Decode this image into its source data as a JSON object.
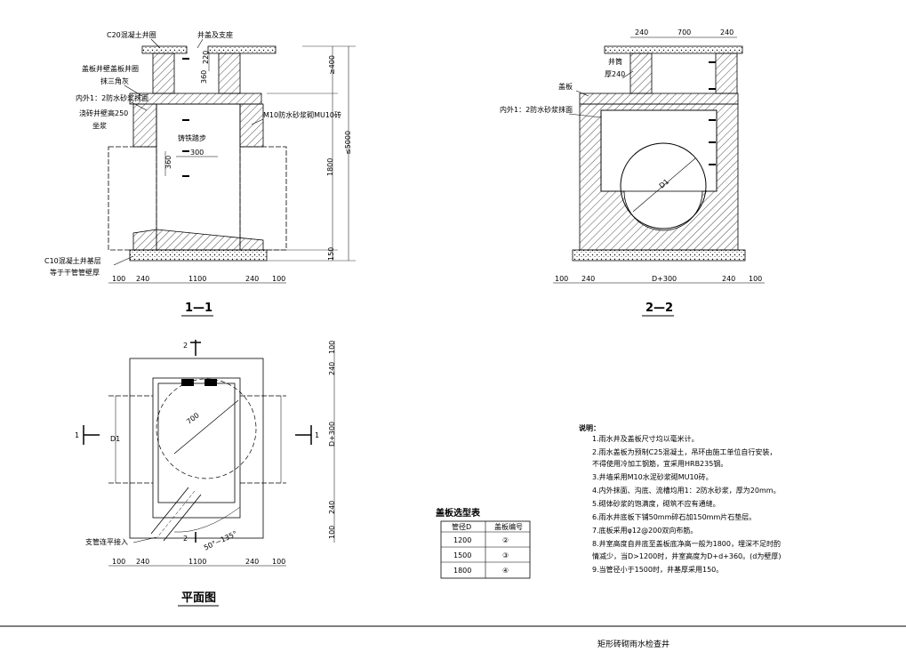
{
  "drawing_title": "矩形砖砌雨水检查井",
  "section_1": {
    "title": "1—1",
    "labels": {
      "cover_concrete": "C20混凝土井圈",
      "manhole_cover": "井盖及支座",
      "cover_plate": "盖板井壁盖板井圈",
      "triangle_fill": "抹三角灰",
      "inner_plaster": "内外1：2防水砂浆抹面",
      "riser_ring": "浇砖井壁高250",
      "mortar_ring": "坐浆",
      "brick_wall": "M10防水砂浆砌MU10砖",
      "ladder": "铸铁踏步",
      "base": "C10混凝土井基层",
      "base2": "等于干管管壁厚"
    },
    "dims": {
      "top_220": "220",
      "top_360": "360",
      "right_400": "≥400",
      "right_total": "≤5000",
      "right_1800": "1800",
      "right_150": "150",
      "step_300": "300",
      "step_360": "360",
      "bottom": [
        "100",
        "240",
        "1100",
        "240",
        "100"
      ]
    }
  },
  "section_2": {
    "title": "2—2",
    "labels": {
      "shaft": "井筒",
      "shaft_thk": "厚240",
      "cover_slab": "盖板",
      "inner_plaster": "内外1：2防水砂浆抹面",
      "pipe": "D1"
    },
    "dims": {
      "top": [
        "240",
        "700",
        "240"
      ],
      "bottom": [
        "100",
        "240",
        "D+300",
        "240",
        "100"
      ]
    }
  },
  "plan": {
    "title": "平面图",
    "marks": {
      "cut1": "1",
      "cut2": "2"
    },
    "labels": {
      "pipe": "D1",
      "branch": "支管连平接入",
      "angle": "50°~135°",
      "dia": "700"
    },
    "dims": {
      "right": [
        "100",
        "240",
        "D+300",
        "240",
        "100"
      ],
      "bottom": [
        "100",
        "240",
        "1100",
        "240",
        "100"
      ]
    }
  },
  "cover_table": {
    "title": "盖板选型表",
    "headers": [
      "管径D",
      "盖板编号"
    ],
    "rows": [
      [
        "1200",
        "②"
      ],
      [
        "1500",
        "③"
      ],
      [
        "1800",
        "④"
      ]
    ]
  },
  "notes": {
    "heading": "说明：",
    "items": [
      "1.雨水井及盖板尺寸均以毫米计。",
      "2.雨水盖板为预制C25混凝土，吊环由施工单位自行安装，",
      "   不得使用冷加工钢筋，宜采用HRB235钢。",
      "3.井墙采用M10水泥砂浆砌MU10砖。",
      "4.内外抹面、沟底、流槽均用1：2防水砂浆，厚为20mm。",
      "5.砌体砂浆的饱满度，砌筑不应有通缝。",
      "6.雨水井底板下铺50mm碎石加150mm片石垫层。",
      "7.底板采用φ12@200双向布筋。",
      "8.井室高度自井底至盖板底净高一般为1800，埋深不足时酌",
      "   情减少，当D>1200时，井室高度为D+d+360。(d为壁厚)",
      "9.当管径小于1500时，井基厚采用150。"
    ]
  }
}
